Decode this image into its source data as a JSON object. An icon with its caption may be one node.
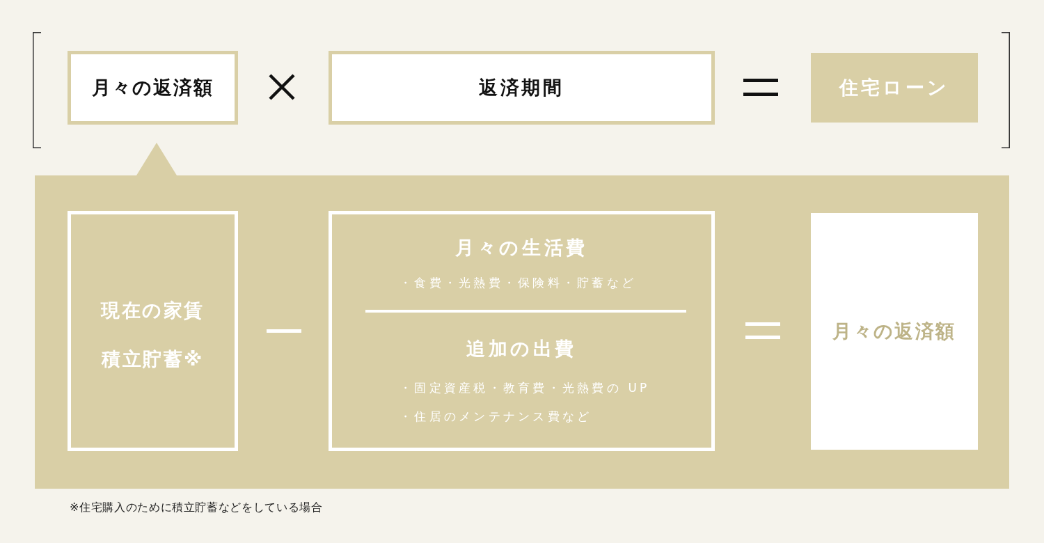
{
  "diagram": {
    "nodes": [
      {
        "text": [
          "月々の返済額"
        ]
      },
      {
        "text": [
          "返済期間"
        ]
      },
      {
        "text": [
          "住宅ローン"
        ]
      },
      {
        "text": [],
        "shape": "box"
      },
      {
        "text": [
          "現在の家賃",
          "積立貯蓄※"
        ],
        "in": 3
      },
      {
        "text": [
          "月々の生活費",
          "・食費・光熱費・保険料・貯蓄など",
          "追加の出費",
          "・固定資産税・教育費・光熱費の UP",
          "・住居のメンテナンス費など"
        ],
        "in": 3
      },
      {
        "text": [
          "月々の返済額"
        ],
        "in": 3
      }
    ],
    "labels": [
      "※住宅購入のために積立貯蓄などをしている場合"
    ]
  }
}
